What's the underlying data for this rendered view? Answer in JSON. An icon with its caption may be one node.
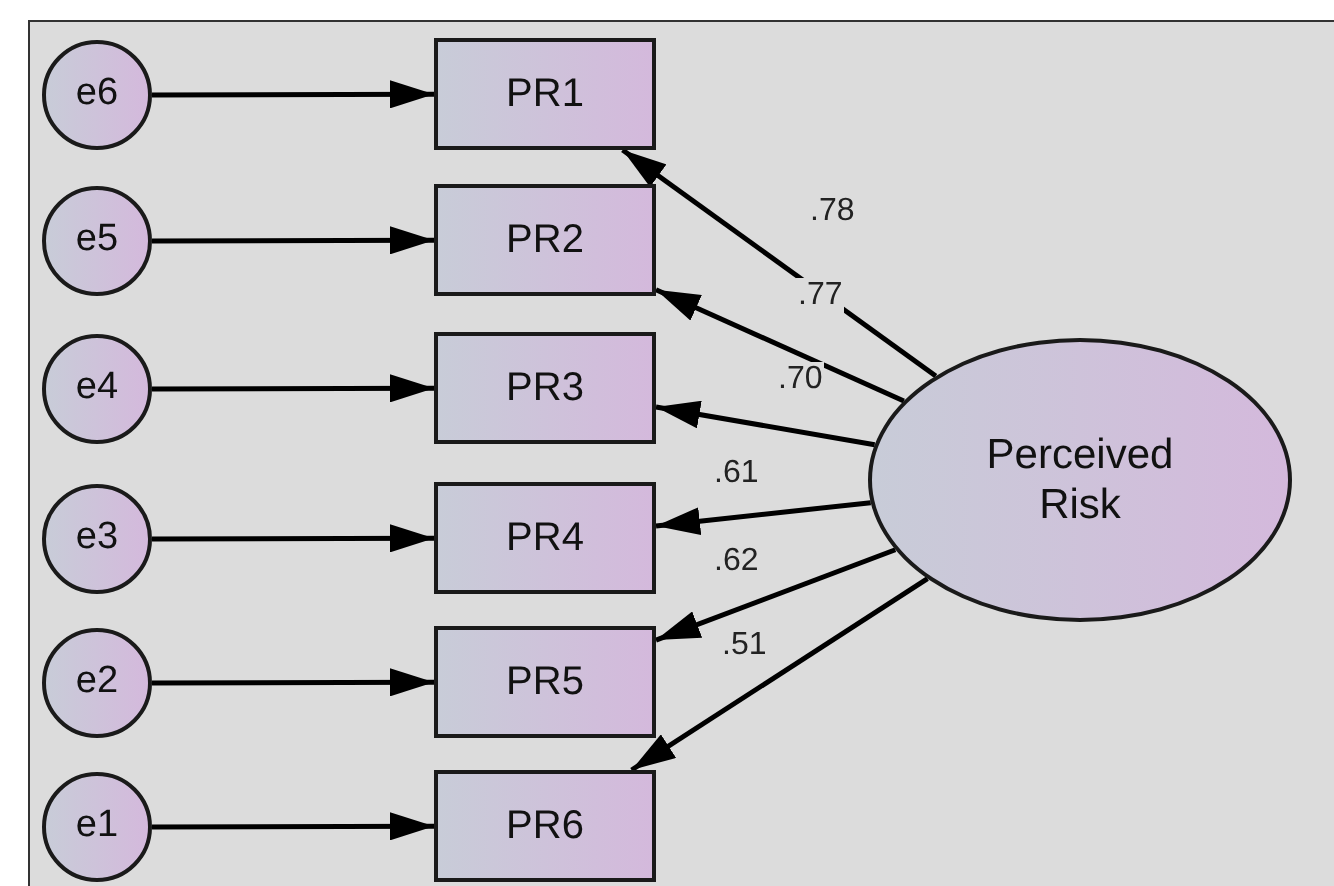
{
  "diagram": {
    "nodes": [
      {
        "text": [
          "e6"
        ]
      },
      {
        "text": [
          "PR1"
        ]
      },
      {
        "text": [
          "e5"
        ]
      },
      {
        "text": [
          "PR2"
        ]
      },
      {
        "text": [
          "e4"
        ]
      },
      {
        "text": [
          "PR3"
        ]
      },
      {
        "text": [
          "e3"
        ]
      },
      {
        "text": [
          "PR4"
        ]
      },
      {
        "text": [
          "e2"
        ]
      },
      {
        "text": [
          "PR5"
        ]
      },
      {
        "text": [
          "e1"
        ]
      },
      {
        "text": [
          "PR6"
        ]
      },
      {
        "text": [
          "Perceived Risk"
        ]
      }
    ],
    "edges": [
      {
        "from": 0,
        "to": 1,
        "arrow": "to"
      },
      {
        "from": 2,
        "to": 3,
        "arrow": "to"
      },
      {
        "from": 4,
        "to": 5,
        "arrow": "to"
      },
      {
        "from": 6,
        "to": 7,
        "arrow": "to"
      },
      {
        "from": 8,
        "to": 9,
        "arrow": "to"
      },
      {
        "from": 10,
        "to": 11,
        "arrow": "to"
      },
      {
        "from": 12,
        "to": 1,
        "arrow": "to",
        "label": ".78"
      },
      {
        "from": 12,
        "to": 3,
        "arrow": "to",
        "label": ".77"
      },
      {
        "from": 12,
        "to": 5,
        "arrow": "to",
        "label": ".70"
      },
      {
        "from": 12,
        "to": 7,
        "arrow": "to",
        "label": ".61"
      },
      {
        "from": 12,
        "to": 9,
        "arrow": "to",
        "label": ".62"
      },
      {
        "from": 12,
        "to": 11,
        "arrow": "to",
        "label": ".51"
      }
    ]
  }
}
